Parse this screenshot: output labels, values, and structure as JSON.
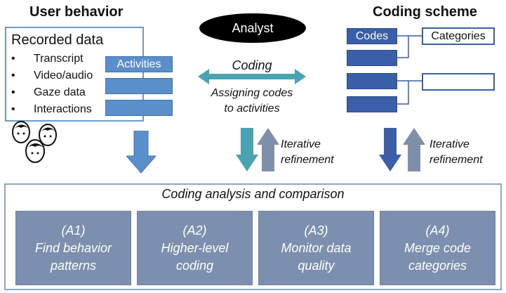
{
  "headings": {
    "user_behavior": "User behavior",
    "coding_scheme": "Coding scheme"
  },
  "recorded": {
    "title": "Recorded data",
    "bullet": "•",
    "items": [
      "Transcript",
      "Video/audio",
      "Gaze data",
      "Interactions"
    ]
  },
  "activities_label": "Activities",
  "analyst_label": "Analyst",
  "coding": {
    "label": "Coding",
    "subtitle_line1": "Assigning codes",
    "subtitle_line2": "to activities"
  },
  "refinement": {
    "line1": "Iterative",
    "line2": "refinement"
  },
  "codes_label": "Codes",
  "categories_label": "Categories",
  "analysis": {
    "title": "Coding analysis and comparison",
    "boxes": [
      {
        "id": "(A1)",
        "line1": "Find behavior",
        "line2": "patterns"
      },
      {
        "id": "(A2)",
        "line1": "Higher-level",
        "line2": "coding"
      },
      {
        "id": "(A3)",
        "line1": "Monitor data",
        "line2": "quality"
      },
      {
        "id": "(A4)",
        "line1": "Merge code",
        "line2": "categories"
      }
    ]
  },
  "colors": {
    "activity_blue": "#5b8fcc",
    "code_blue": "#3a5ea8",
    "teal": "#4aa3b3",
    "gray_arrow": "#7f8fa9",
    "analysis_box": "#7d8fae"
  },
  "icons": [
    "user-faces-icon",
    "double-arrow-icon",
    "down-arrow-icon",
    "up-arrow-icon"
  ]
}
